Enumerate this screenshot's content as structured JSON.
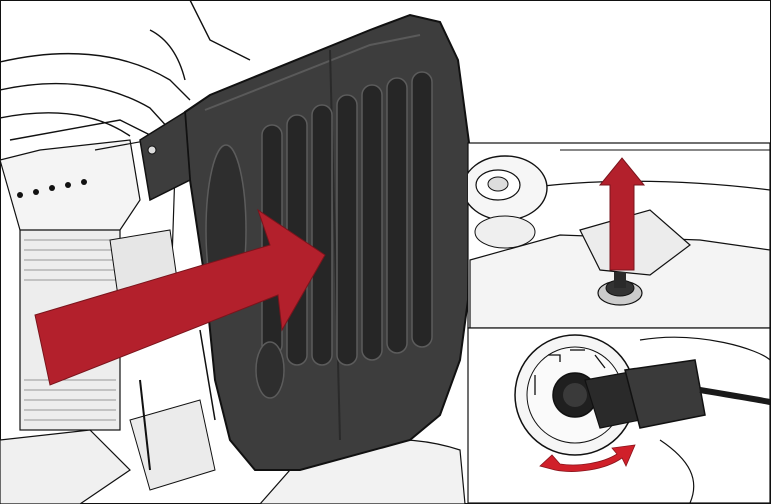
{
  "figure": {
    "kind": "technical-illustration",
    "main_scene": "grille-removal",
    "insets": [
      "pull-up-fastener",
      "twist-connector"
    ],
    "colors": {
      "grille": "#3d3d3d",
      "grille_dark": "#1f1f1f",
      "arrow": "#b3202c",
      "line": "#111111",
      "background": "#ffffff",
      "light_panel": "#f2f2f2"
    },
    "icons": {
      "main_arrow": "arrow-right-icon",
      "up_arrow": "arrow-up-icon",
      "rotate_arrow": "rotate-arrow-icon"
    }
  }
}
